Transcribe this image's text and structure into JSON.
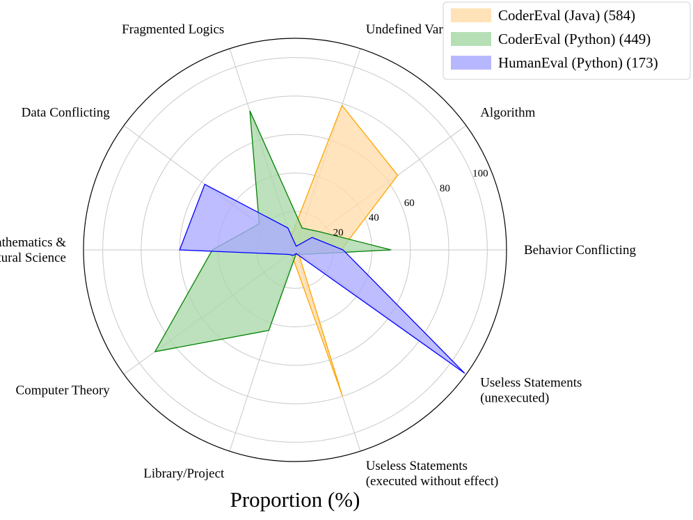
{
  "chart_data": {
    "type": "radar",
    "title": "",
    "xlabel": "Proportion (%)",
    "rlim": [
      0,
      110
    ],
    "rticks": [
      20,
      40,
      60,
      80,
      100
    ],
    "grid": true,
    "legend_position": "top-right",
    "categories": [
      [
        "Behavior Conflicting"
      ],
      [
        "Algorithm"
      ],
      [
        "Undefined Variables"
      ],
      [
        "Fragmented Logics"
      ],
      [
        "Data Conflicting"
      ],
      [
        "Mathematics &",
        "Natural Science"
      ],
      [
        "Computer Theory"
      ],
      [
        "Library/Project"
      ],
      [
        "Useless Statements",
        "(executed without effect)"
      ],
      [
        "Useless Statements",
        "(unexecuted)"
      ]
    ],
    "series": [
      {
        "name": "CoderEval (Java) (584)",
        "color": "#FFA500",
        "fill": "#FFDDAA",
        "values": [
          24,
          66,
          79,
          7,
          2,
          1,
          3,
          4,
          80,
          2
        ]
      },
      {
        "name": "CoderEval (Python) (449)",
        "color": "#008000",
        "fill": "#A9D9A9",
        "values": [
          50,
          16,
          12,
          76,
          23,
          43,
          90,
          44,
          2,
          4
        ]
      },
      {
        "name": "HumanEval (Python) (173)",
        "color": "#0000FF",
        "fill": "#AAAAFF",
        "values": [
          25,
          11,
          2,
          12,
          58,
          60,
          4,
          3,
          2,
          109
        ]
      }
    ]
  }
}
